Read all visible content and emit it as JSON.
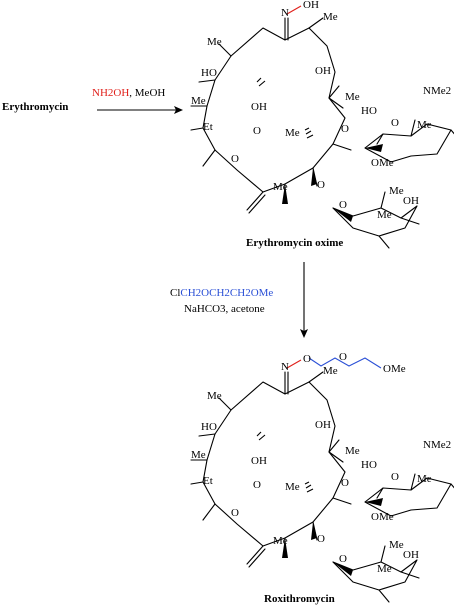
{
  "colors": {
    "red": "#e0201b",
    "blue": "#2a4fd6",
    "black": "#000000"
  },
  "starting_material": "Erythromycin",
  "step1": {
    "reagent_red": "NH2OH",
    "reagent_black": ", MeOH"
  },
  "intermediate_name": "Erythromycin oxime",
  "step2": {
    "reagent_prefix": "Cl",
    "reagent_blue": "CH2OCH2CH2OMe",
    "line2": "NaHCO3, acetone"
  },
  "product_name": "Roxithromycin",
  "atoms": {
    "oxime_oh": "OH",
    "oxime_n": "N",
    "o": "O",
    "me": "Me",
    "ho": "HO",
    "oh": "OH",
    "et": "Et",
    "nme2": "NMe2",
    "ome": "OMe"
  }
}
